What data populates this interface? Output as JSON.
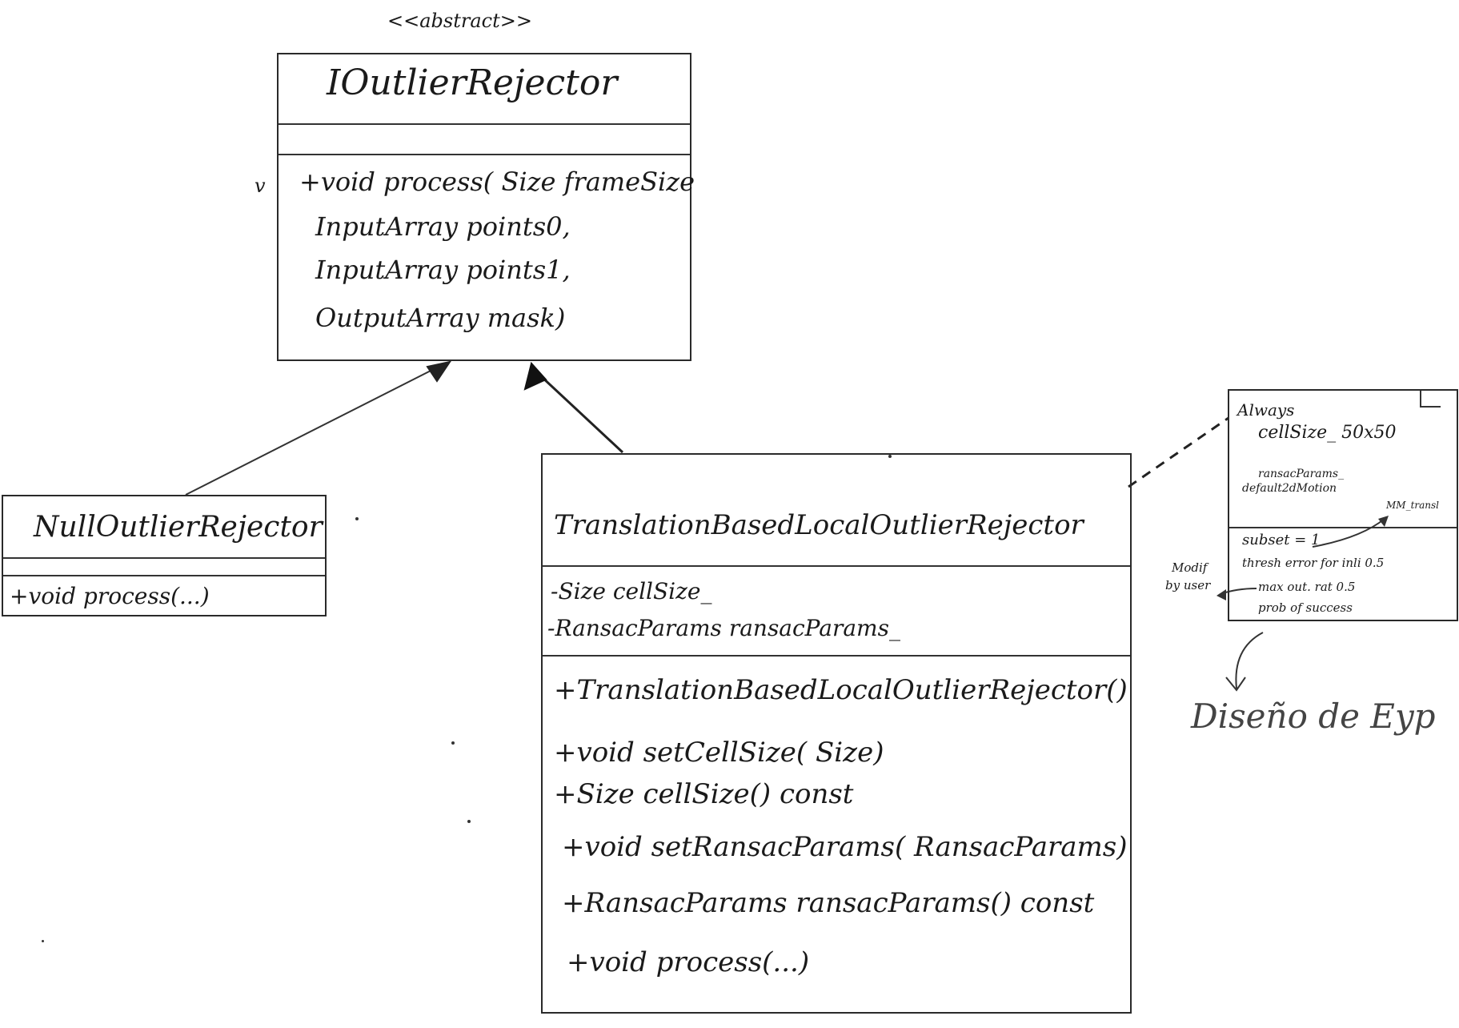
{
  "i_outlier_rejector": {
    "stereotype": "<<abstract>>",
    "name": "IOutlierRejector",
    "methods": [
      "+void process( Size frameSize",
      "InputArray points0,",
      "InputArray points1,",
      "OutputArray mask)"
    ],
    "margin_mark": "v"
  },
  "null_outlier_rejector": {
    "name": "NullOutlierRejector",
    "methods": [
      "+void process(...)"
    ]
  },
  "translation_rejector": {
    "name": "TranslationBasedLocalOutlierRejector",
    "attributes": [
      "-Size cellSize_",
      "-RansacParams ransacParams_"
    ],
    "methods": [
      "+TranslationBasedLocalOutlierRejector()",
      "+void setCellSize( Size)",
      "+Size cellSize() const",
      "+void setRansacParams( RansacParams)",
      "+RansacParams ransacParams() const",
      "+void process(...)"
    ]
  },
  "note": {
    "lines_top": [
      "Always",
      "cellSize_ 50x50"
    ],
    "ransac_lines": [
      "ransacParams_",
      "default2dMotion"
    ],
    "mm_label": "MM_transl",
    "lines_bottom": [
      "subset = 1",
      "thresh error for inli 0.5",
      "max out. rat 0.5",
      "prob of success"
    ],
    "side_label": [
      "Modif",
      "by user"
    ]
  },
  "footer_text": "Diseño de Eyp"
}
